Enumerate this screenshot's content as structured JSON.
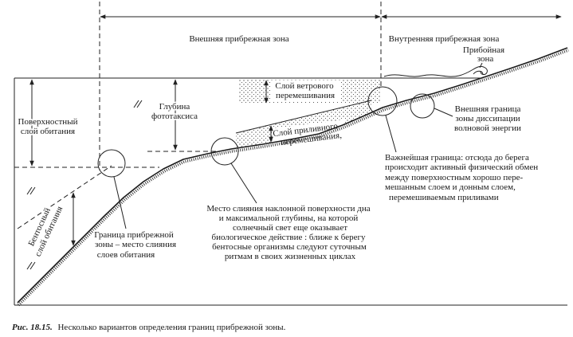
{
  "figure": {
    "zone_labels": {
      "outer": "Внешняя прибрежная зона",
      "inner": "Внутренняя прибрежная зона"
    },
    "surf_zone": [
      "Прибойная",
      "зона"
    ],
    "surface_layer": [
      "Поверхностный",
      "слой обитания"
    ],
    "photic_depth": [
      "Глубина",
      "фототаксиса"
    ],
    "wind_mixing_layer": [
      "Слой ветрового",
      "перемешивания"
    ],
    "tidal_mixing_layer": [
      "Слой приливного",
      "перемешивания,"
    ],
    "dissipation_boundary": [
      "Внешняя граница",
      "зоны диссипации",
      "волновой энергии"
    ],
    "key_boundary": [
      "Важнейшая граница: отсюда до берега",
      "происходит активный физический обмен",
      "между поверхностным хорошо пере-",
      "мешанным слоем и донным слоем,",
      "перемешиваемым приливами"
    ],
    "photic_bed_junction": [
      "Место слияния наклонной поверхности дна",
      "и максимальной глубины, на которой",
      "солнечный свет еще оказывает",
      "биологическое действие : ближе к берегу",
      "бентосные организмы следуют суточным",
      "ритмам в своих жизненных циклах"
    ],
    "benthic_layer": [
      "Бентосный",
      "слой обитания"
    ],
    "coastal_boundary": [
      "Граница прибрежной",
      "зоны – место слияния",
      "слоев обитания"
    ]
  },
  "caption": {
    "number": "Рис. 18.15.",
    "text": "Несколько вариантов определения границ прибрежной зоны."
  }
}
